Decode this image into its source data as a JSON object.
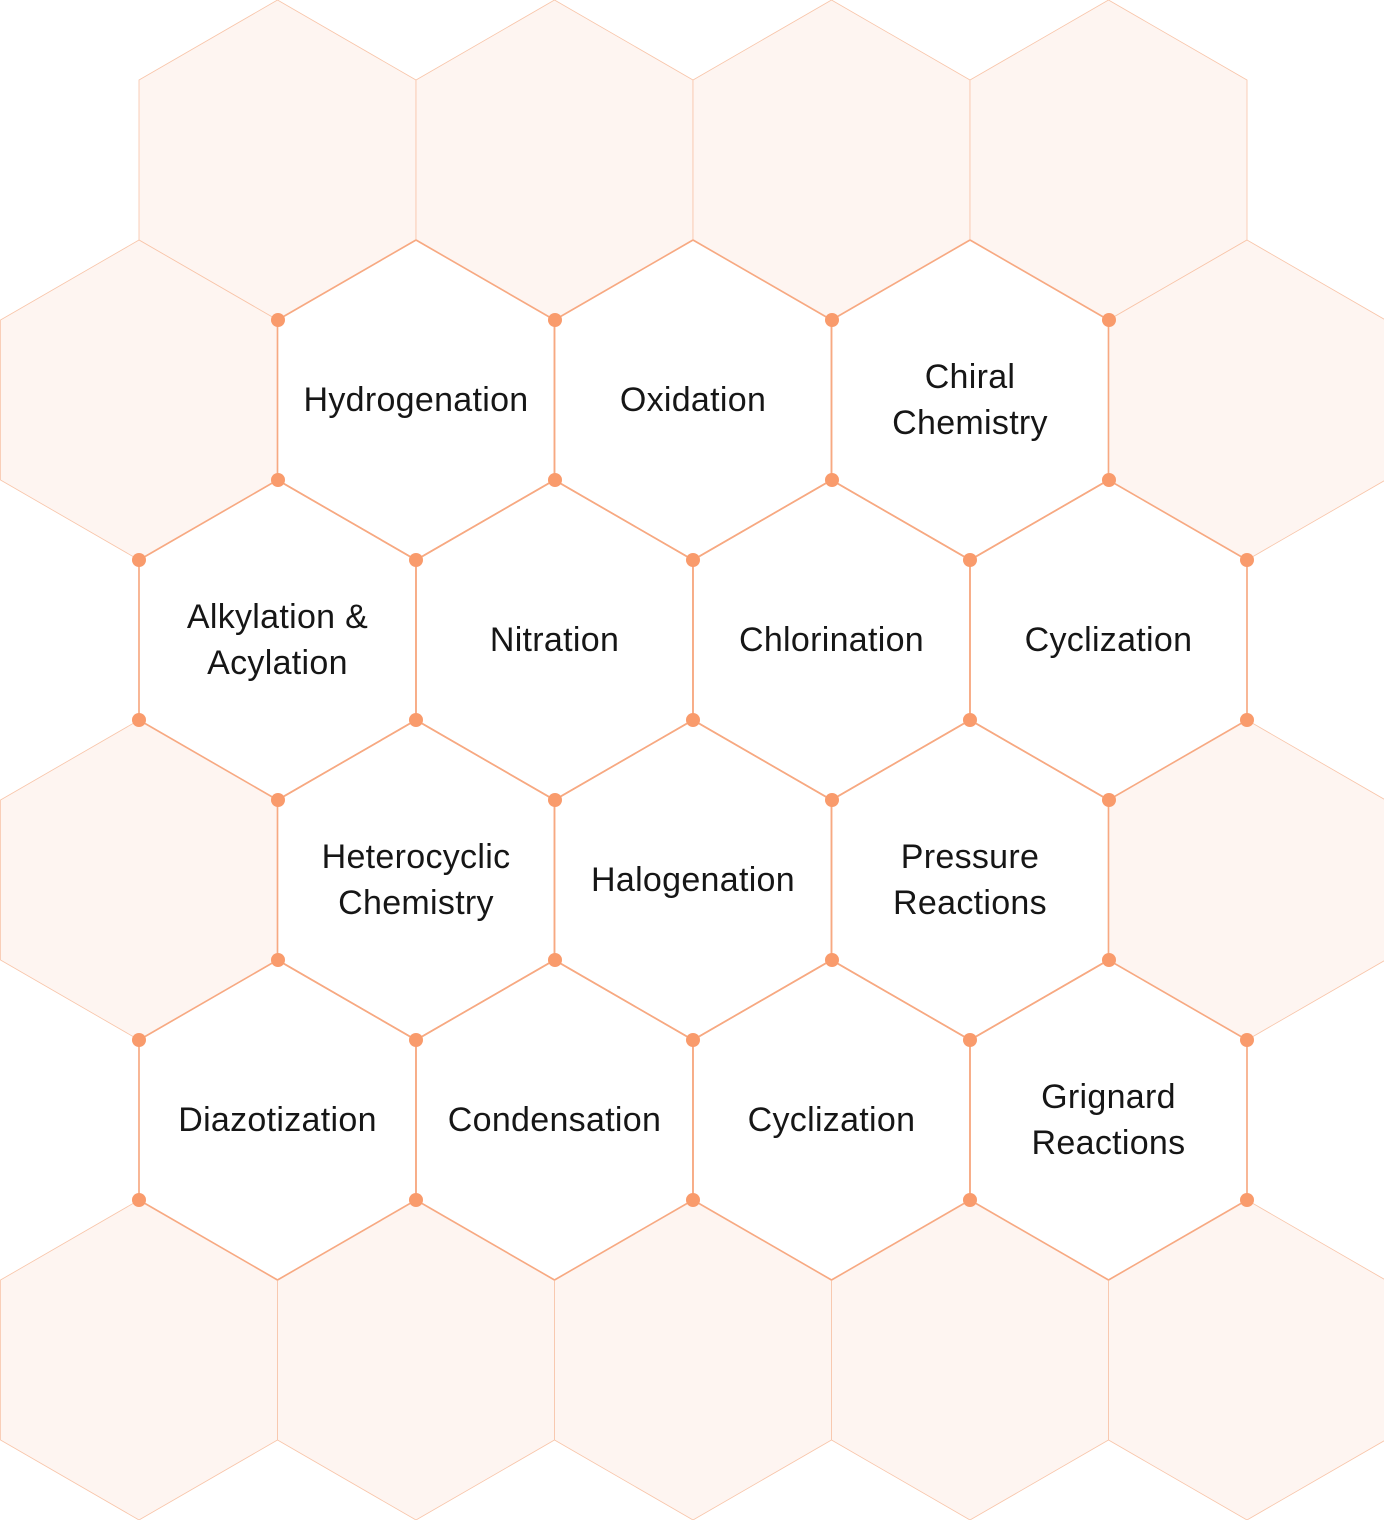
{
  "colors": {
    "filled_hex": "#FEF5F1",
    "hex_stroke": "#F8C4A8",
    "accent_edge": "#F7A982",
    "dot": "#F99B6C",
    "text": "#161616"
  },
  "rows": [
    {
      "offset": "even",
      "cells": [
        null,
        null,
        null,
        null
      ]
    },
    {
      "offset": "odd",
      "cells": [
        null,
        {
          "lines": [
            "Hydrogenation"
          ]
        },
        {
          "lines": [
            "Oxidation"
          ]
        },
        {
          "lines": [
            "Chiral",
            "Chemistry"
          ]
        },
        null
      ]
    },
    {
      "offset": "even",
      "cells": [
        {
          "lines": [
            "Alkylation &",
            "Acylation"
          ]
        },
        {
          "lines": [
            "Nitration"
          ]
        },
        {
          "lines": [
            "Chlorination"
          ]
        },
        {
          "lines": [
            "Cyclization"
          ]
        }
      ]
    },
    {
      "offset": "odd",
      "cells": [
        null,
        {
          "lines": [
            "Heterocyclic",
            "Chemistry"
          ]
        },
        {
          "lines": [
            "Halogenation"
          ]
        },
        {
          "lines": [
            "Pressure",
            "Reactions"
          ]
        },
        null
      ]
    },
    {
      "offset": "even",
      "cells": [
        {
          "lines": [
            "Diazotization"
          ]
        },
        {
          "lines": [
            "Condensation"
          ]
        },
        {
          "lines": [
            "Cyclization"
          ]
        },
        {
          "lines": [
            "Grignard",
            "Reactions"
          ]
        }
      ]
    },
    {
      "offset": "odd",
      "cells": [
        null,
        null,
        null,
        null,
        null
      ]
    }
  ]
}
